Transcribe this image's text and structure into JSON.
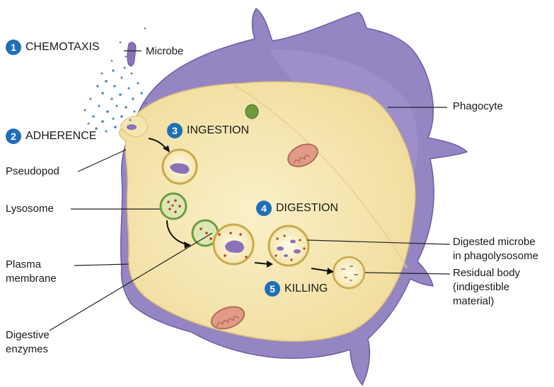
{
  "steps": [
    {
      "num": "1",
      "label": "CHEMOTAXIS"
    },
    {
      "num": "2",
      "label": "ADHERENCE"
    },
    {
      "num": "3",
      "label": "INGESTION"
    },
    {
      "num": "4",
      "label": "DIGESTION"
    },
    {
      "num": "5",
      "label": "KILLING"
    }
  ],
  "labels": {
    "microbe": "Microbe",
    "phagocyte": "Phagocyte",
    "pseudopod": "Pseudopod",
    "lysosome": "Lysosome",
    "plasma_membrane_1": "Plasma",
    "plasma_membrane_2": "membrane",
    "digestive_enzymes_1": "Digestive",
    "digestive_enzymes_2": "enzymes",
    "digested_microbe_1": "Digested microbe",
    "digested_microbe_2": "in phagolysosome",
    "residual_body_1": "Residual body",
    "residual_body_2": "(indigestible",
    "residual_body_3": "material)"
  },
  "colors": {
    "phagocyte_body": "#9585c2",
    "cytoplasm": "#f5e6b0",
    "badge": "#1f6fb6",
    "microbe": "#8a72b8",
    "lysosome": "#8fb86a",
    "mitochondrion": "#e09a86"
  }
}
